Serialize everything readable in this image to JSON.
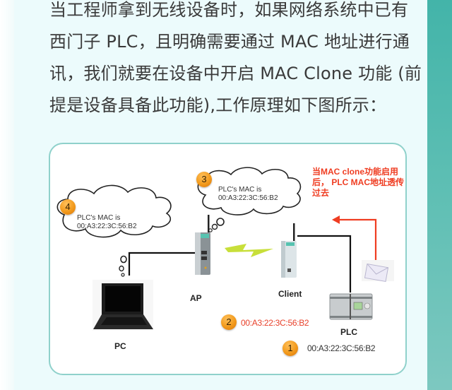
{
  "paragraph": {
    "lines": [
      "当工程师拿到无线设备时，如果网络系统中已有",
      "西门子 PLC，且明确需要通过 MAC 地址进行通",
      "讯，我们就要在设备中开启 MAC Clone 功能 (前",
      "提是设备具备此功能),工作原理如下图所示："
    ]
  },
  "diagram": {
    "devices": {
      "pc": "PC",
      "ap": "AP",
      "client": "Client",
      "plc": "PLC"
    },
    "steps": [
      {
        "number": "1",
        "text": "00:A3:22:3C:56:B2"
      },
      {
        "number": "2",
        "text": "00:A3:22:3C:56:B2"
      },
      {
        "number": "3",
        "line1": "PLC's MAC is",
        "line2": "00:A3:22:3C:56:B2"
      },
      {
        "number": "4",
        "line1": "PLC's MAC is",
        "line2": "00:A3:22:3C:56:B2"
      }
    ],
    "note": "当MAC clone功能启用后， PLC MAC地址透传过去",
    "icons": [
      "laptop-icon",
      "access-point-icon",
      "client-device-icon",
      "plc-icon",
      "envelope-icon",
      "lightning-icon",
      "thought-bubble-icon",
      "arrow-icon"
    ]
  },
  "colors": {
    "panel_bg": "#ecfbfc",
    "accent_teal": "#4fb8ad",
    "card_border": "#8fd1cb",
    "note_red": "#ef3d22",
    "badge_orange": "#f29a1c",
    "bolt_green": "#c8df3a"
  }
}
